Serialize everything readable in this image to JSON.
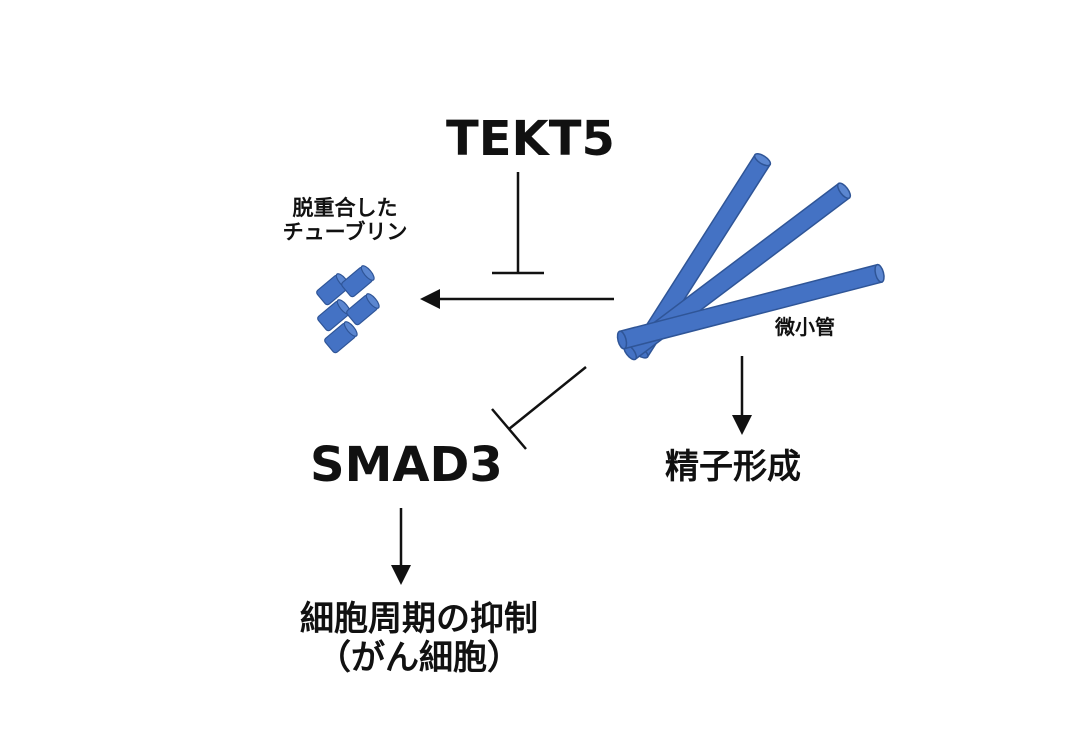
{
  "nodes": {
    "tekt5": "TEKT5",
    "tubulin": [
      "脱重合した",
      "チューブリン"
    ],
    "microtubule": "微小管",
    "smad3": "SMAD3",
    "spermatogenesis": "精子形成",
    "cell_cycle": [
      "細胞周期の抑制",
      "（がん細胞）"
    ]
  },
  "colors": {
    "tube": "#4472c4",
    "tube_stroke": "#2f5597",
    "line": "#111111"
  }
}
